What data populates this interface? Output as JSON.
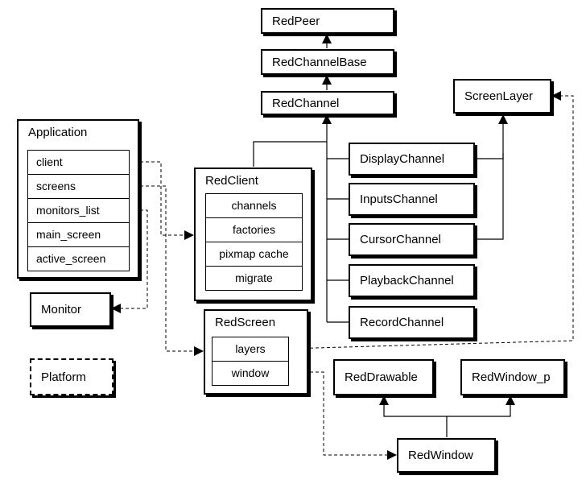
{
  "nodes": {
    "red_peer": "RedPeer",
    "red_channel_base": "RedChannelBase",
    "red_channel": "RedChannel",
    "screen_layer": "ScreenLayer",
    "application": {
      "title": "Application",
      "fields": [
        "client",
        "screens",
        "monitors_list",
        "main_screen",
        "active_screen"
      ]
    },
    "red_client": {
      "title": "RedClient",
      "fields": [
        "channels",
        "factories",
        "pixmap cache",
        "migrate"
      ]
    },
    "display_channel": "DisplayChannel",
    "inputs_channel": "InputsChannel",
    "cursor_channel": "CursorChannel",
    "playback_channel": "PlaybackChannel",
    "record_channel": "RecordChannel",
    "monitor": "Monitor",
    "red_screen": {
      "title": "RedScreen",
      "fields": [
        "layers",
        "window"
      ]
    },
    "platform": "Platform",
    "red_drawable": "RedDrawable",
    "red_window_p": "RedWindow_p",
    "red_window": "RedWindow"
  }
}
